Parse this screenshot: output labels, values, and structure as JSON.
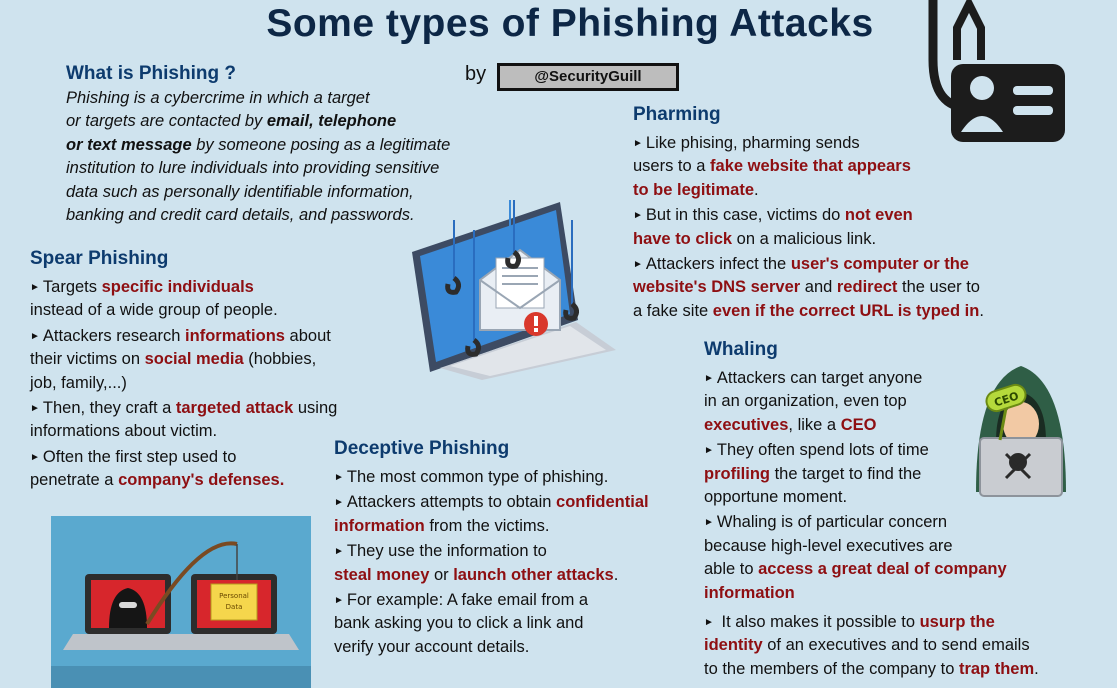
{
  "title": "Some types of Phishing Attacks",
  "byline": {
    "by": "by",
    "handle": "@SecurityGuill"
  },
  "what": {
    "heading": "What is Phishing ?",
    "p1": "Phishing is a cybercrime in which a target",
    "p2a": "or targets are contacted by ",
    "p2b": "email, telephone",
    "p3a": "or text message",
    "p3b": " by someone posing as a legitimate",
    "p4": "institution to lure individuals into providing sensitive",
    "p5": "data such as personally identifiable information,",
    "p6": "banking and credit card details, and passwords."
  },
  "spear": {
    "heading": "Spear Phishing",
    "b1a": "Targets ",
    "b1b": "specific individuals",
    "b1c": "instead of a wide group of people.",
    "b2a": "Attackers research ",
    "b2b": "informations",
    "b2c": " about",
    "b2d": "their victims on ",
    "b2e": "social media",
    "b2f": " (hobbies,",
    "b2g": "job, family,...)",
    "b3a": "Then, they craft a ",
    "b3b": "targeted attack",
    "b3c": " using",
    "b3d": "informations about victim.",
    "b4a": "Often the first step used to",
    "b4b": "penetrate a ",
    "b4c": "company's defenses."
  },
  "deceptive": {
    "heading": "Deceptive Phishing",
    "b1": "The most common type of phishing.",
    "b2a": "Attackers attempts to obtain ",
    "b2b": "confidential",
    "b2c": "information",
    "b2d": " from the victims.",
    "b3a": "They use the information to",
    "b3b": "steal money",
    "b3c": " or ",
    "b3d": "launch other attacks",
    "b3e": ".",
    "b4a": "For example:  A fake email from a",
    "b4b": "bank asking you to click a link and",
    "b4c": "verify your account details."
  },
  "pharming": {
    "heading": "Pharming",
    "b1a": "Like phising, pharming sends",
    "b1b": "users to a ",
    "b1c": "fake website that appears",
    "b1d": "to be legitimate",
    "b1e": ".",
    "b2a": "But in this case, victims do ",
    "b2b": "not even",
    "b2c": "have to click",
    "b2d": " on a malicious link.",
    "b3a": "Attackers infect the ",
    "b3b": "user's computer or the",
    "b3c": "website's DNS server",
    "b3d": " and ",
    "b3e": "redirect",
    "b3f": " the user to",
    "b3g": "a fake site ",
    "b3h": "even if the correct URL is typed in",
    "b3i": "."
  },
  "whaling": {
    "heading": "Whaling",
    "b1a": "Attackers can target anyone",
    "b1b": "in an organization, even top",
    "b1c": "executives",
    "b1d": ", like a ",
    "b1e": "CEO",
    "b2a": "They often spend lots of time",
    "b2b": "profiling",
    "b2c": "  the target to find the",
    "b2d": "opportune moment.",
    "b3a": "Whaling is of particular concern",
    "b3b": "because high-level executives are",
    "b3c": "able to ",
    "b3d": "access a great deal of company",
    "b3e": "information",
    "b4a": " It also makes it possible to ",
    "b4b": "usurp the",
    "b4c": "identity",
    "b4d": " of an executives and to send emails",
    "b4e": "to the members of the company to ",
    "b4f": "trap them",
    "b4g": "."
  },
  "labels": {
    "ceo": "CEO",
    "personal_data_1": "Personal",
    "personal_data_2": "Data"
  },
  "colors": {
    "background": "#cfe3ee",
    "title": "#0d2746",
    "heading": "#0d3b6e",
    "emphasis": "#8e0f12"
  }
}
